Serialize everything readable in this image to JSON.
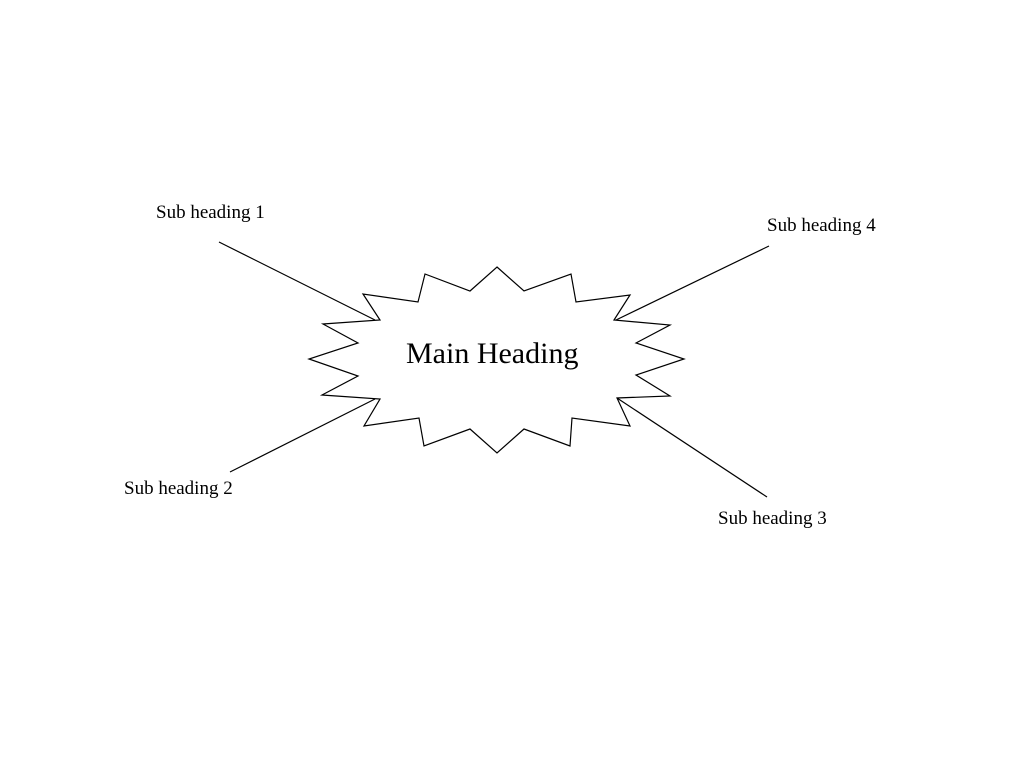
{
  "diagram": {
    "main_heading": "Main Heading",
    "sub_headings": [
      "Sub heading 1",
      "Sub heading 2",
      "Sub heading 3",
      "Sub heading 4"
    ],
    "colors": {
      "background": "#ffffff",
      "stroke": "#000000",
      "text": "#000000"
    }
  }
}
